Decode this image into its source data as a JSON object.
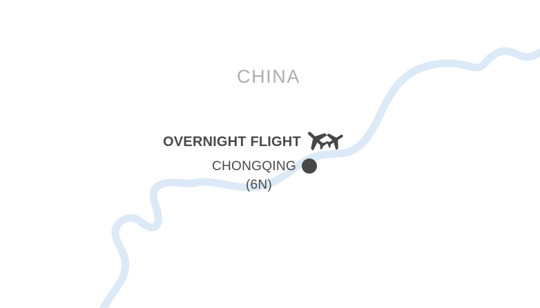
{
  "map": {
    "background_color": "#ffffff",
    "water_color": "#dce9f7",
    "country": {
      "name": "CHINA",
      "color": "#adadb3"
    },
    "annotations": {
      "overnight_flight": {
        "label": "OVERNIGHT FLIGHT",
        "color": "#4a4a4a",
        "icons": [
          "airplane-takeoff-icon",
          "airplane-icon"
        ]
      },
      "city": {
        "name": "CHONGQING",
        "nights": "(6N)",
        "marker_icon": "city-dot-marker",
        "marker_color": "#47474a",
        "color": "#4a4a4a"
      }
    },
    "features": [
      {
        "name": "river-border",
        "type": "waterway",
        "color": "#dce9f7"
      }
    ]
  }
}
